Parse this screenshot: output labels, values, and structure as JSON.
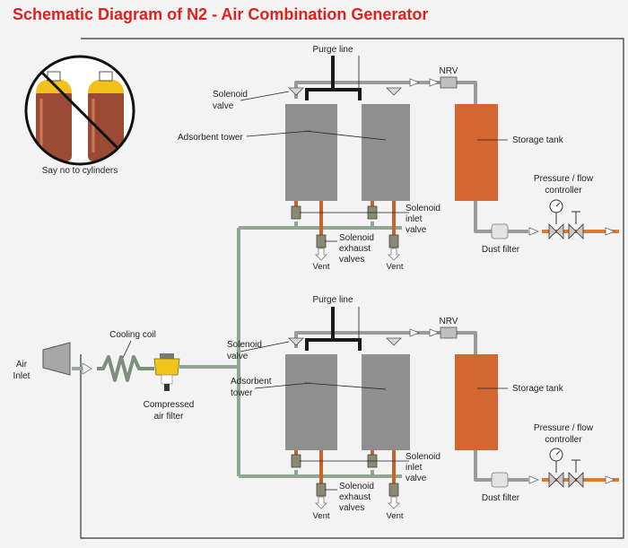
{
  "title": "Schematic Diagram of N2 - Air Combination Generator",
  "labels": {
    "no_cylinders": "Say no to cylinders",
    "air_inlet": [
      "Air",
      "Inlet"
    ],
    "cooling_coil": "Cooling coil",
    "compressed_air_filter": [
      "Compressed",
      "air filter"
    ]
  },
  "units": [
    {
      "purge_line": "Purge line",
      "nrv": "NRV",
      "solenoid_valve": [
        "Solenoid",
        "valve"
      ],
      "adsorbent_tower": [
        "Adsorbent tower"
      ],
      "storage_tank": "Storage tank",
      "pressure_flow_controller": [
        "Pressure / flow",
        "controller"
      ],
      "dust_filter": "Dust filter",
      "solenoid_inlet_valve": [
        "Solenoid",
        "inlet",
        "valve"
      ],
      "solenoid_exhaust_valves": [
        "Solenoid",
        "exhaust",
        "valves"
      ],
      "vent_left": "Vent",
      "vent_right": "Vent"
    },
    {
      "purge_line": "Purge line",
      "nrv": "NRV",
      "solenoid_valve": [
        "Solenoid",
        "valve"
      ],
      "adsorbent_tower": [
        "Adsorbent",
        "tower"
      ],
      "storage_tank": "Storage tank",
      "pressure_flow_controller": [
        "Pressure / flow",
        "controller"
      ],
      "dust_filter": "Dust filter",
      "solenoid_inlet_valve": [
        "Solenoid",
        "inlet",
        "valve"
      ],
      "solenoid_exhaust_valves": [
        "Solenoid",
        "exhaust",
        "valves"
      ],
      "vent_left": "Vent",
      "vent_right": "Vent"
    }
  ],
  "colors": {
    "title": "#e02020",
    "tower": "#8f8f8f",
    "storage_tank": "#d4672f",
    "feed_pipe": "#8fa792",
    "gas_pipe": "#9a9a9a",
    "purge_line": "#1a1a1a",
    "copper_pipe": "#c8642a",
    "outlet_pipe": "#e07a2a"
  }
}
